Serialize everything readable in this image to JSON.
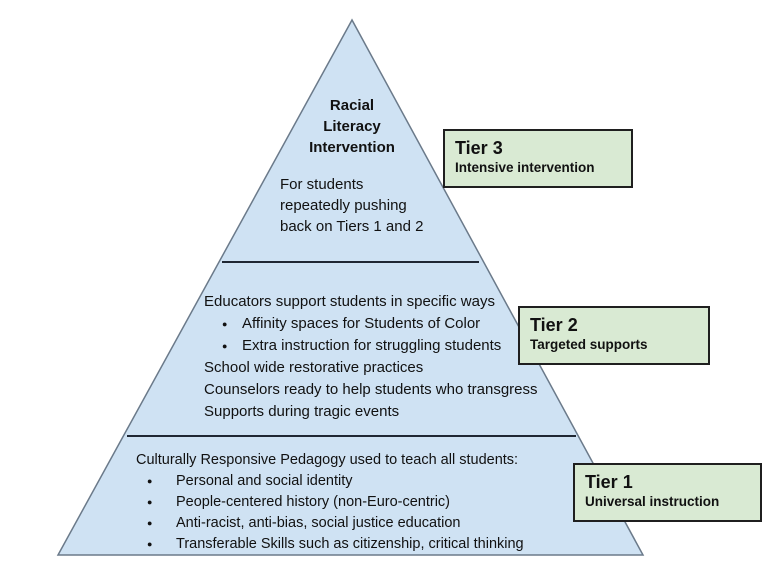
{
  "colors": {
    "background": "#ffffff",
    "pyramid_fill": "#cfe2f3",
    "pyramid_stroke": "#6b7a8a",
    "divider_stroke": "#1f2733",
    "label_fill": "#d9ead3",
    "label_border": "#1f1f1f",
    "text": "#111111"
  },
  "pyramid": {
    "tier3_section": {
      "title_lines": [
        "Racial",
        "Literacy",
        "Intervention"
      ],
      "body_lines": [
        "For students",
        "repeatedly pushing",
        "back on Tiers 1 and 2"
      ]
    },
    "tier2_section": {
      "items": [
        {
          "text": "Educators support students in specific ways",
          "bulleted": false
        },
        {
          "text": "Affinity spaces for Students of Color",
          "bulleted": true
        },
        {
          "text": "Extra instruction for struggling students",
          "bulleted": true
        },
        {
          "text": "School wide restorative practices",
          "bulleted": false
        },
        {
          "text": "Counselors ready to help students who transgress",
          "bulleted": false
        },
        {
          "text": "Supports during tragic events",
          "bulleted": false
        }
      ]
    },
    "tier1_section": {
      "heading": "Culturally Responsive Pedagogy used to teach all students:",
      "items": [
        "Personal and social identity",
        "People-centered history (non-Euro-centric)",
        "Anti-racist, anti-bias, social justice education",
        "Transferable Skills such as citizenship, critical thinking"
      ]
    }
  },
  "labels": {
    "tier3": {
      "title": "Tier 3",
      "subtitle": "Intensive intervention"
    },
    "tier2": {
      "title": "Tier 2",
      "subtitle": "Targeted supports"
    },
    "tier1": {
      "title": "Tier 1",
      "subtitle": "Universal instruction"
    }
  }
}
